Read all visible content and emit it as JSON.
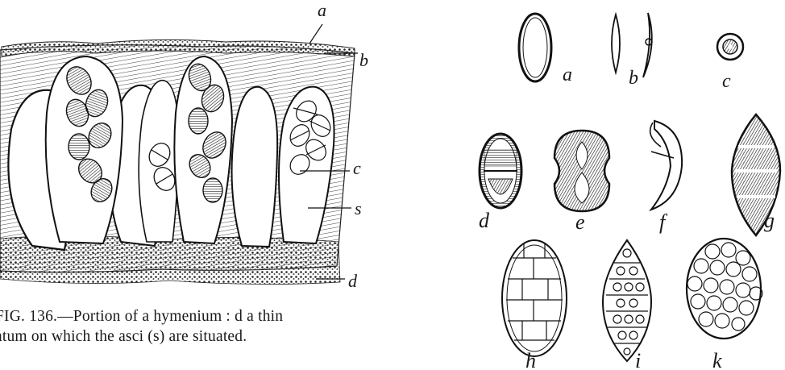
{
  "figure_136": {
    "labels": {
      "a": "a",
      "b": "b",
      "c": "c",
      "s": "s",
      "d": "d"
    },
    "caption": {
      "line1": "FIG. 136.—Portion of a hymenium : d a thin",
      "line2": "atum on which the asci (s) are situated."
    }
  },
  "spore_figure": {
    "labels": {
      "a": "a",
      "b": "b",
      "c": "c",
      "d": "d",
      "e": "e",
      "f": "f",
      "g": "g",
      "h": "h",
      "i": "i",
      "k": "k"
    }
  }
}
